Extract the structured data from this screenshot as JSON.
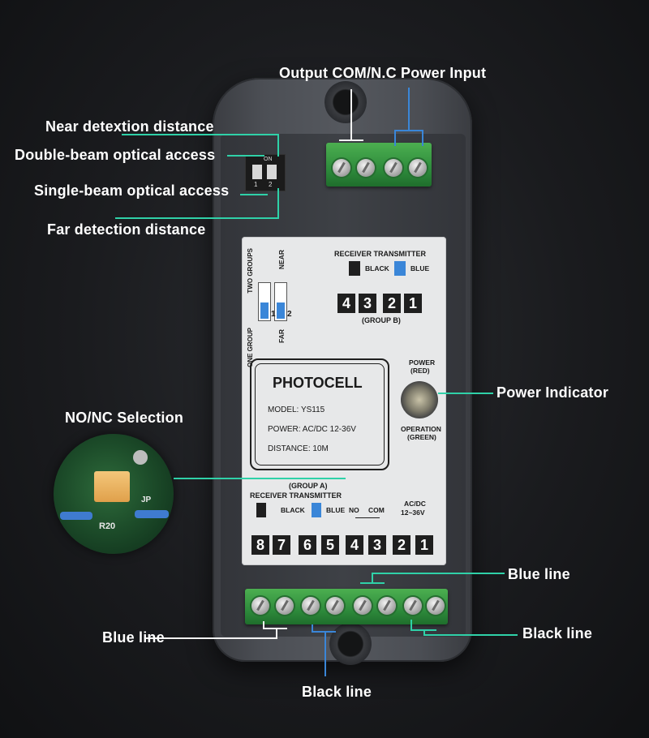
{
  "callouts": {
    "output_com_nc": "Output COM/N.C",
    "power_input": "Power Input",
    "near_detection": "Near detextion distance",
    "double_beam": "Double-beam optical access",
    "single_beam": "Single-beam optical access",
    "far_detection": "Far detection distance",
    "power_indicator": "Power Indicator",
    "no_nc_selection": "NO/NC Selection",
    "blue_line_top_right": "Blue line",
    "blue_line_left": "Blue line",
    "black_line_right": "Black line",
    "black_line_bottom": "Black line"
  },
  "dip_switch": {
    "on_label": "ON",
    "positions": [
      "1",
      "2"
    ]
  },
  "panel": {
    "switch_labels": {
      "two_groups": "TWO GROUPS",
      "near": "NEAR",
      "one_group": "ONE GROUP",
      "far": "FAR",
      "switch_1": "1",
      "switch_2": "2"
    },
    "group_b": {
      "header": "RECEIVER  TRANSMITTER",
      "black": "BLACK",
      "blue": "BLUE",
      "terminals": [
        "4",
        "3",
        "2",
        "1"
      ],
      "group_label": "(GROUP B)"
    },
    "power_led": {
      "top_label_1": "POWER",
      "top_label_2": "(RED)",
      "bottom_label_1": "OPERATION",
      "bottom_label_2": "(GREEN)"
    },
    "info_box": {
      "title": "PHOTOCELL",
      "model": "MODEL: YS115",
      "power": "POWER:  AC/DC 12-36V",
      "distance": "DISTANCE:  10M"
    },
    "group_a": {
      "group_label": "(GROUP A)",
      "header": "RECEIVER  TRANSMITTER",
      "black": "BLACK",
      "blue": "BLUE",
      "no": "NO",
      "com": "COM",
      "acdc_1": "AC/DC",
      "acdc_2": "12~36V",
      "terminals": [
        "8",
        "7",
        "6",
        "5",
        "4",
        "3",
        "2",
        "1"
      ]
    }
  },
  "inset": {
    "pcb_text_1": "R20",
    "pcb_text_2": "JP"
  },
  "colors": {
    "leader_line": "#2fd1a8",
    "terminal_green": "#3aa047",
    "blue_wire": "#3a86d8"
  }
}
